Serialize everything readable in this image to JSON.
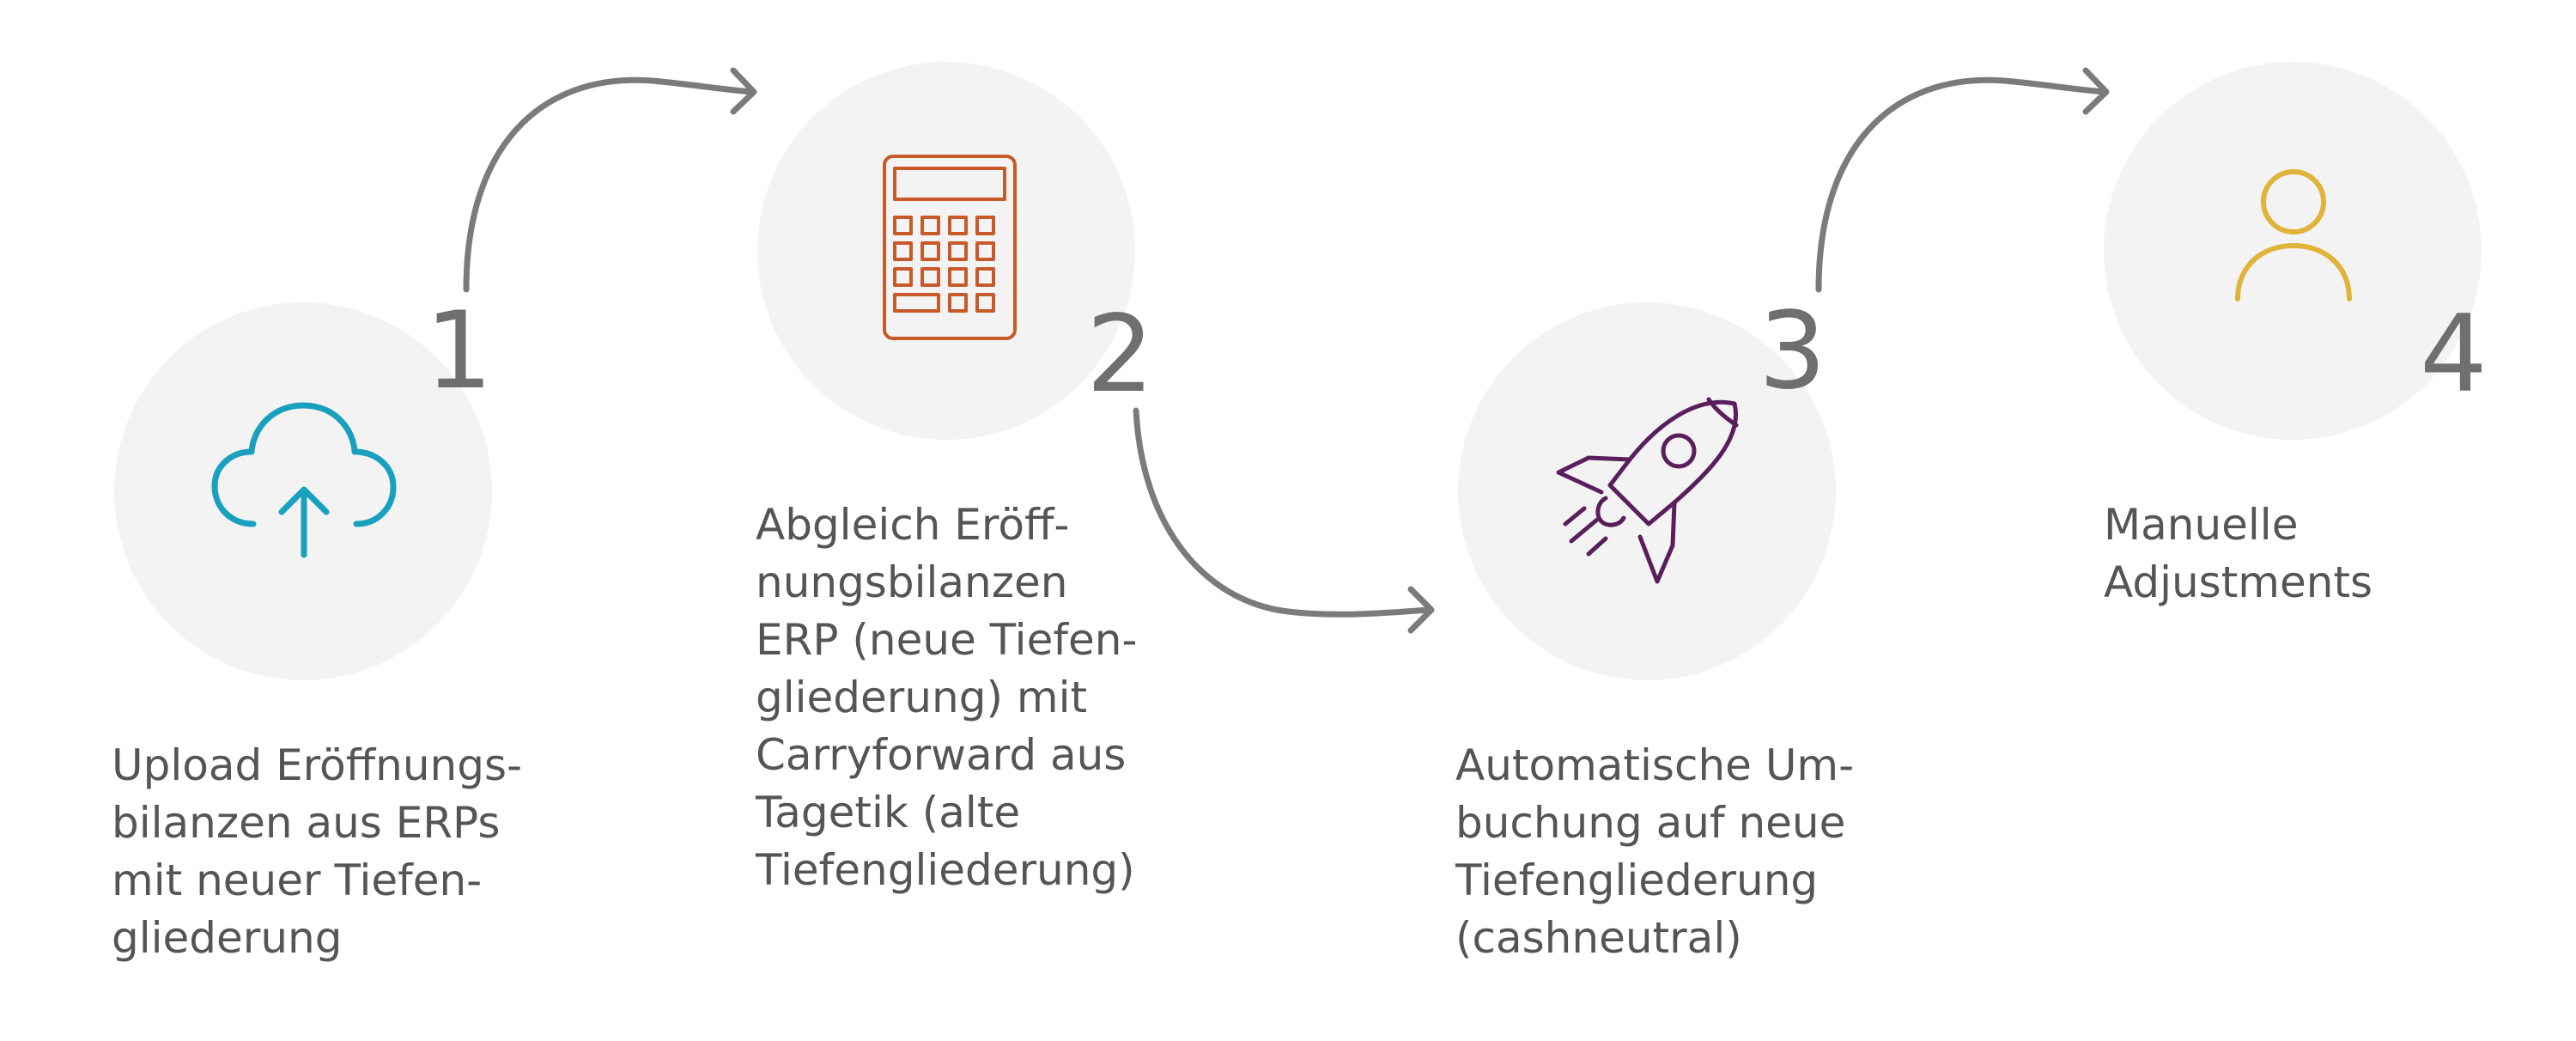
{
  "colors": {
    "circle_fill": "#f3f3f3",
    "connector": "#7b7b7b",
    "number": "#6f6f6f",
    "text": "#555555",
    "upload_icon": "#1aa0bf",
    "calculator_icon": "#c85a2a",
    "rocket_icon": "#5a1e5c",
    "person_icon": "#e0b33a"
  },
  "steps": [
    {
      "number": "1",
      "icon": "cloud-upload-icon",
      "text": "Upload Eröffnungs-\nbilanzen aus ERPs\nmit neuer Tiefen-\ngliederung"
    },
    {
      "number": "2",
      "icon": "calculator-icon",
      "text": "Abgleich Eröff-\nnungsbilanzen\nERP (neue Tiefen-\ngliederung) mit\nCarryforward aus\nTagetik (alte\nTiefengliederung)"
    },
    {
      "number": "3",
      "icon": "rocket-icon",
      "text": "Automatische Um-\nbuchung auf neue\nTiefengliederung\n(cashneutral)"
    },
    {
      "number": "4",
      "icon": "person-icon",
      "text": "Manuelle\nAdjustments"
    }
  ]
}
